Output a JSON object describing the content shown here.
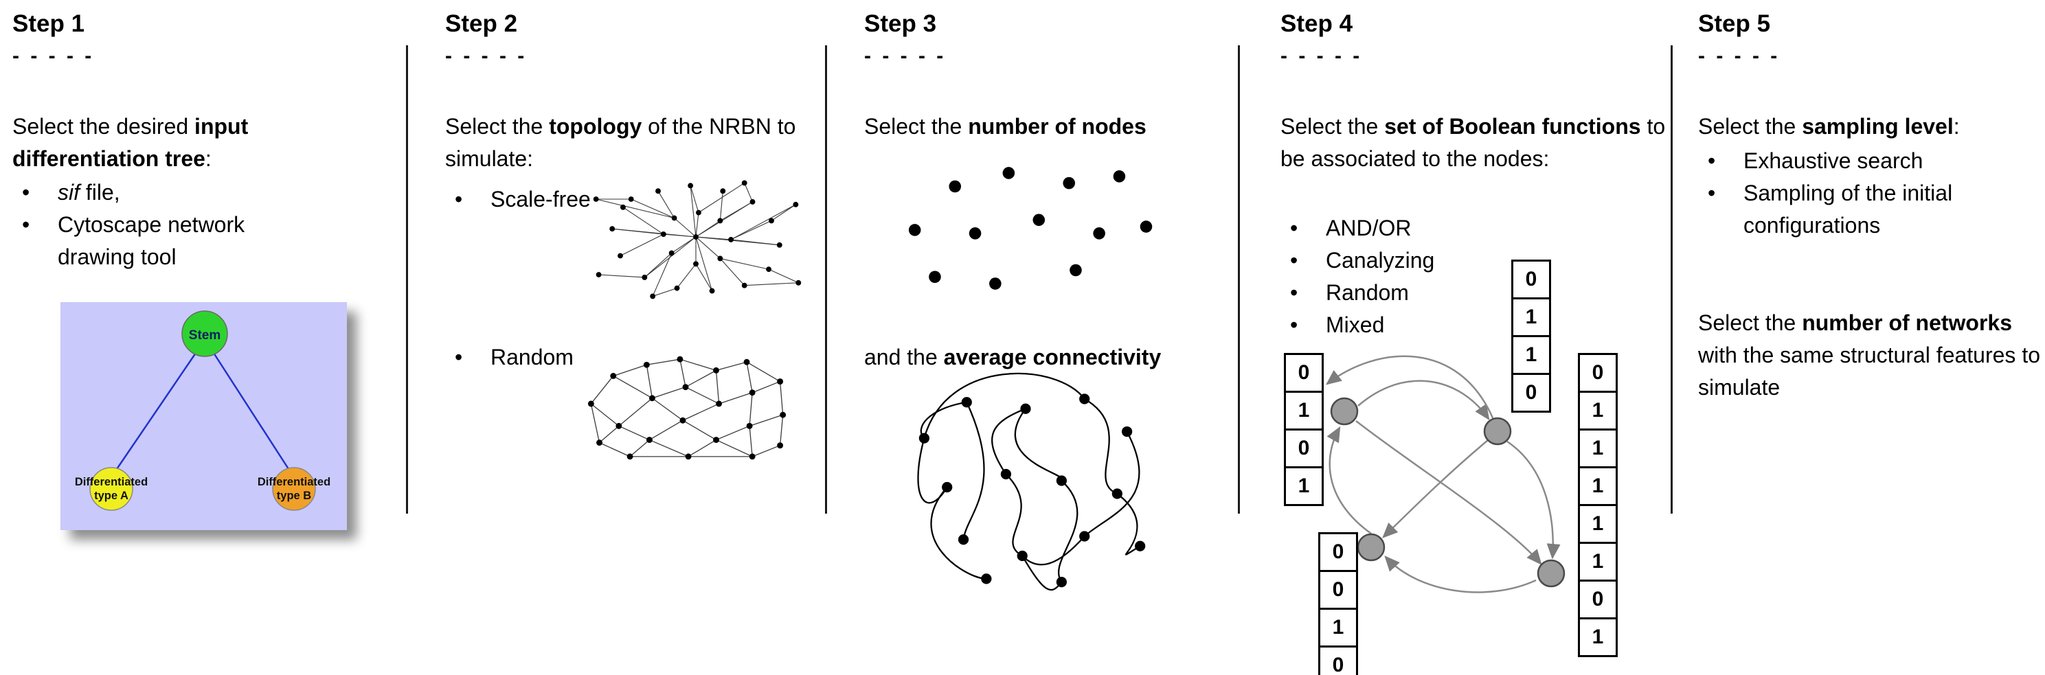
{
  "ui": {
    "bullet": "•"
  },
  "steps": [
    {
      "title": "Step 1",
      "dashes": "- - - - -",
      "intro_pre": "Select the desired ",
      "intro_bold": "input differentiation tree",
      "intro_post": ":",
      "bullet1_italic": "sif",
      "bullet1_rest": " file,",
      "bullet2": "Cytoscape network drawing tool",
      "tree": {
        "root": "Stem",
        "child_a_line1": "Differentiated",
        "child_a_line2": "type A",
        "child_b_line1": "Differentiated",
        "child_b_line2": "type B"
      }
    },
    {
      "title": "Step 2",
      "dashes": "- - - - -",
      "intro_pre": "Select the ",
      "intro_bold": "topology",
      "intro_post": " of the NRBN to simulate:",
      "bullets": [
        "Scale-free",
        "Random"
      ]
    },
    {
      "title": "Step 3",
      "dashes": "- - - - -",
      "line1_pre": "Select the ",
      "line1_bold": "number of nodes",
      "line2_pre": "and the ",
      "line2_bold": "average connectivity"
    },
    {
      "title": "Step 4",
      "dashes": "- - - - -",
      "intro_pre": "Select the ",
      "intro_bold": "set of Boolean functions",
      "intro_post": " to be associated to the nodes:",
      "bullets": [
        "AND/OR",
        "Canalyzing",
        "Random",
        "Mixed"
      ],
      "tables": {
        "left": [
          "0",
          "1",
          "0",
          "1"
        ],
        "top": [
          "0",
          "1",
          "1",
          "0"
        ],
        "bottom": [
          "0",
          "0",
          "1",
          "0"
        ],
        "right": [
          "0",
          "1",
          "1",
          "1",
          "1",
          "1",
          "0",
          "1"
        ]
      }
    },
    {
      "title": "Step 5",
      "dashes": "- - - - -",
      "intro_pre": "Select the ",
      "intro_bold": "sampling level",
      "intro_post": ":",
      "bullets": [
        "Exhaustive search",
        "Sampling of the initial configurations"
      ],
      "para_pre": "Select the ",
      "para_bold": "number of networks",
      "para_post": " with the same structural features to simulate"
    }
  ]
}
